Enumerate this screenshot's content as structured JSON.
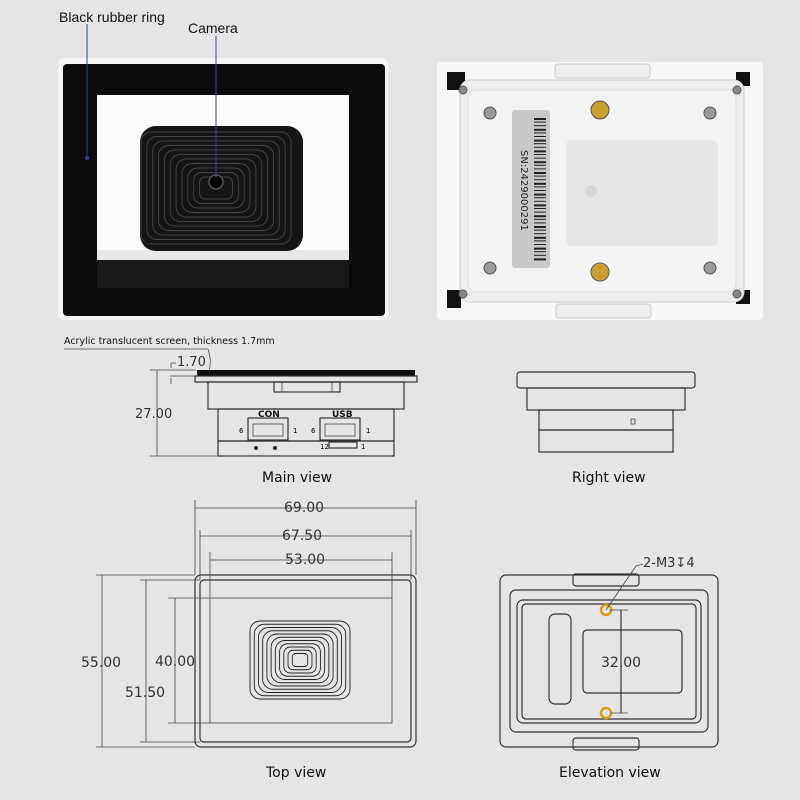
{
  "photo_labels": {
    "rubber_ring": "Black rubber ring",
    "camera": "Camera"
  },
  "back_label": {
    "serial": "SN:2429000291"
  },
  "acrylic_note": "Acrylic translucent screen, thickness 1.7mm",
  "main_view": {
    "caption": "Main view",
    "dim_screen": "1.70",
    "dim_height": "27.00",
    "con_label": "CON",
    "usb_label": "USB",
    "pin_start": "6",
    "pin_end": "1",
    "usb_pin_start": "12",
    "usb_pin_end": "1"
  },
  "right_view": {
    "caption": "Right view"
  },
  "top_view": {
    "caption": "Top view",
    "dim_outer_width": "69.00",
    "dim_body_width": "67.50",
    "dim_screen_width": "53.00",
    "dim_outer_height": "55.00",
    "dim_body_height": "51.50",
    "dim_screen_height": "40.00"
  },
  "elevation_view": {
    "caption": "Elevation view",
    "screw_note": "2-M3↧4",
    "dim_screw_spacing": "32.00"
  },
  "colors": {
    "background": "#e5e5e5",
    "screw": "#d4a017",
    "leader": "#3a3aa8"
  }
}
